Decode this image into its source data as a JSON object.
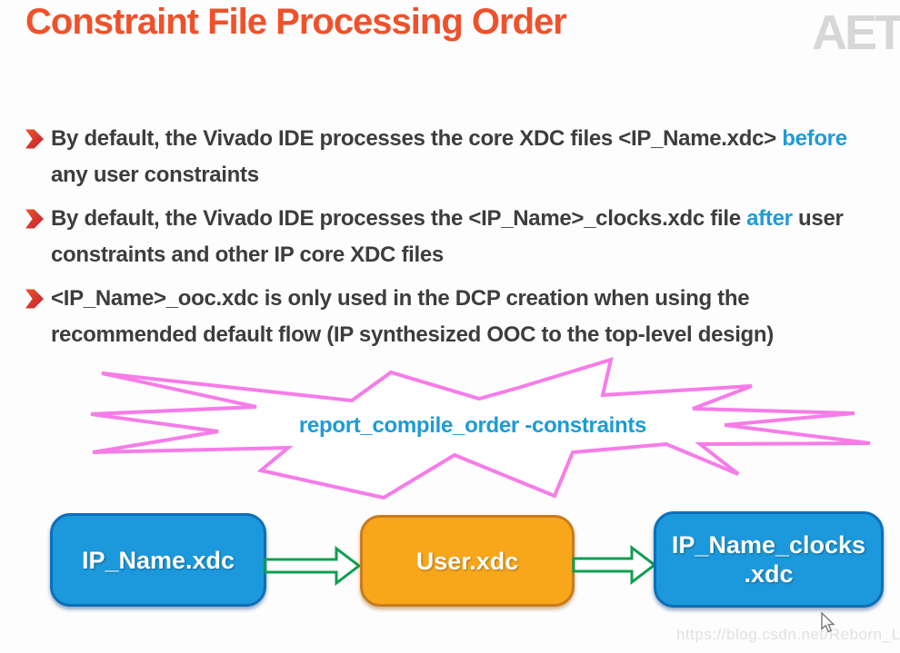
{
  "header": {
    "title": "Constraint File Processing Order",
    "logo_text": "AET"
  },
  "bullets": [
    {
      "parts": [
        "By default, the Vivado IDE processes the core XDC files <IP_Name.xdc> ",
        "before",
        " any user constraints"
      ]
    },
    {
      "parts": [
        "By default, the Vivado IDE processes the <IP_Name>_clocks.xdc file ",
        "after",
        " user constraints and other IP core XDC files"
      ]
    },
    {
      "parts": [
        "<IP_Name>_ooc.xdc is only used in the DCP creation when using the recommended default flow (IP synthesized OOC to the top-level design)"
      ]
    }
  ],
  "starburst": {
    "label": "report_compile_order -constraints"
  },
  "flow": {
    "nodes": [
      {
        "lines": [
          "IP_Name.xdc"
        ]
      },
      {
        "lines": [
          "User.xdc"
        ]
      },
      {
        "lines": [
          "IP_Name_clocks",
          ".xdc"
        ]
      }
    ]
  },
  "watermark": {
    "text": "https://blog.csdn.net/Reborn_Lee"
  },
  "colors": {
    "title": "#f0512a",
    "body_text": "#3d3d3d",
    "highlight_blue": "#1e9cd9",
    "starburst_pink": "#f67ce8",
    "burst_label_blue": "#1d9bd7",
    "node_blue": "#1b99dc",
    "node_blue_border": "#0c6fb8",
    "node_orange": "#f8a71b",
    "node_orange_border": "#c97c1b",
    "arrow_green": "#0f9f4f",
    "logo_gray": "#d7d7d7",
    "watermark_gray": "#e2e0e0"
  }
}
